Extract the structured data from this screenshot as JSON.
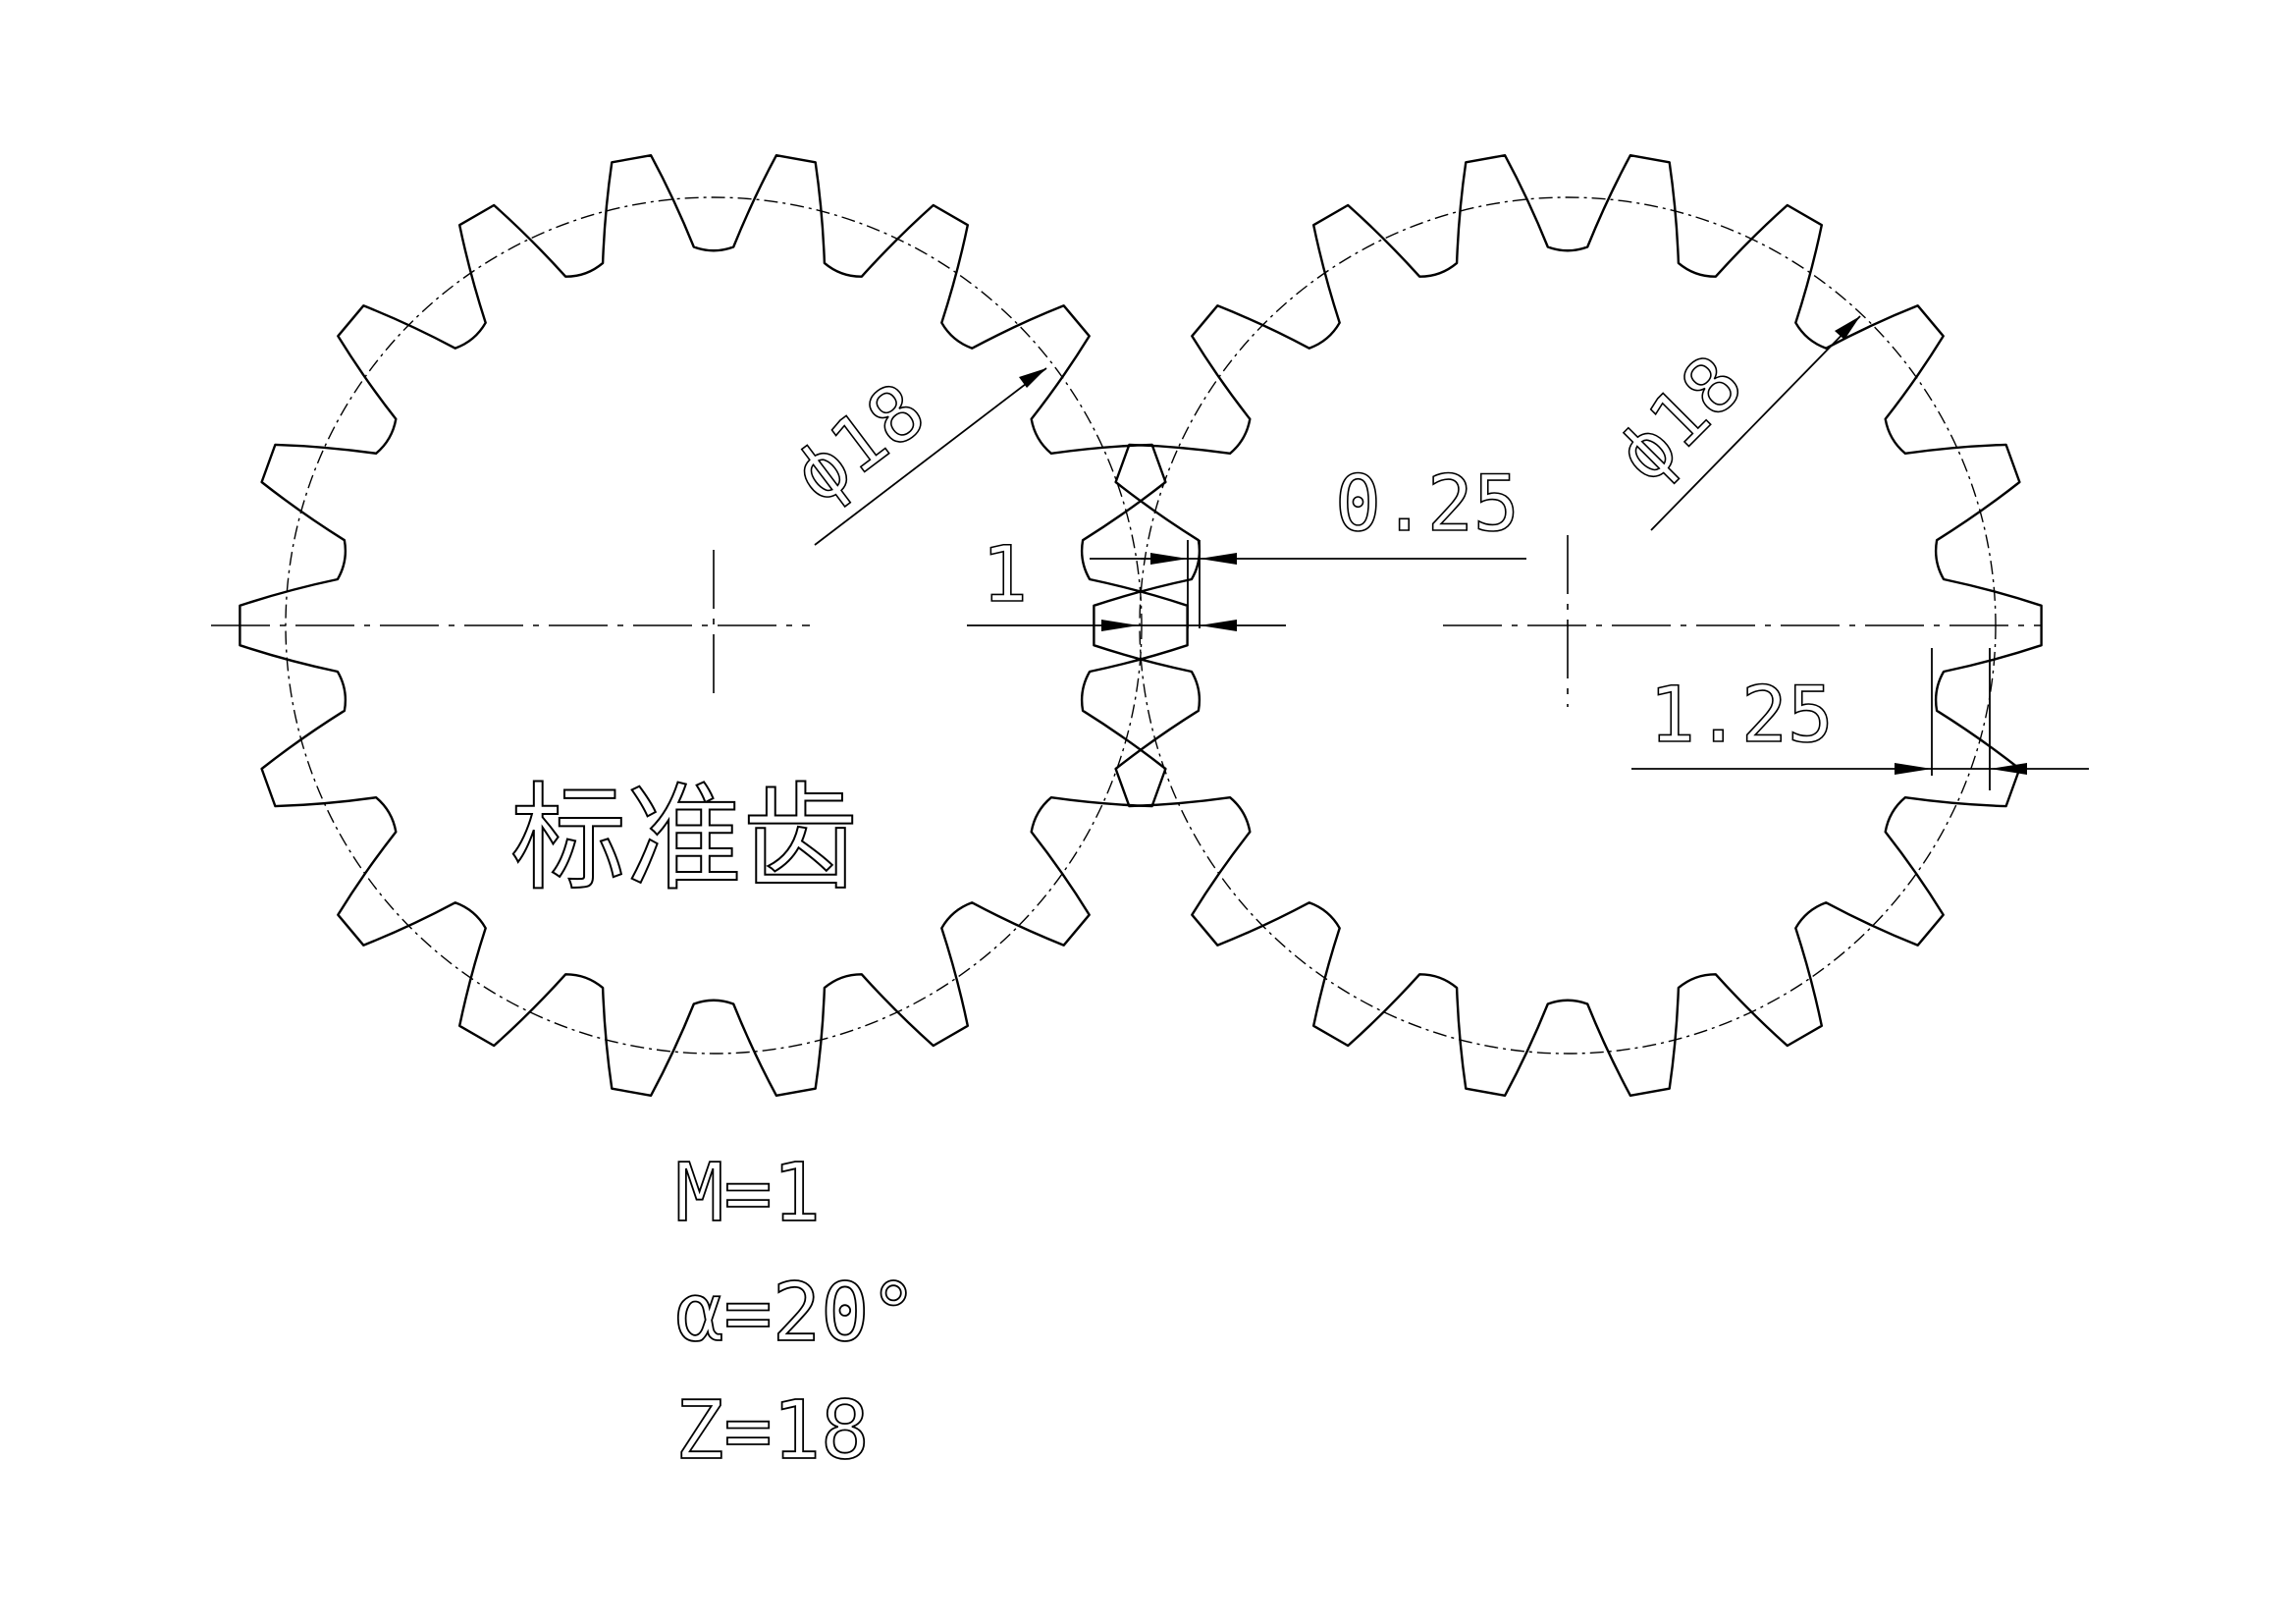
{
  "gear_left": {
    "teeth": 18,
    "label": "标准齿",
    "diameter_label": "ϕ18"
  },
  "gear_right": {
    "teeth": 18,
    "diameter_label": "ϕ18"
  },
  "dimensions": {
    "offset_small": "0.25",
    "module_depth": "1",
    "tooth_depth": "1.25"
  },
  "parameters": {
    "module": "M=1",
    "pressure_angle": "α=20°",
    "teeth_count": "Z=18"
  },
  "colors": {
    "line": "#000000",
    "background": "#ffffff"
  }
}
